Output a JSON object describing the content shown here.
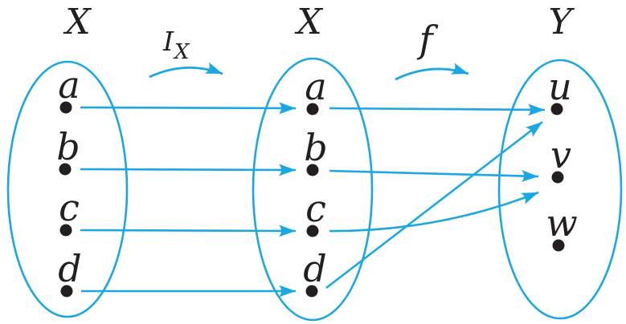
{
  "figure": {
    "background": "#ffffff",
    "accent_color": "#1BA8E0",
    "ink_color": "#231F20",
    "sets": [
      {
        "id": "X1",
        "label": "X",
        "elements": [
          "a",
          "b",
          "c",
          "d"
        ]
      },
      {
        "id": "X2",
        "label": "X",
        "elements": [
          "a",
          "b",
          "c",
          "d"
        ]
      },
      {
        "id": "Y",
        "label": "Y",
        "elements": [
          "u",
          "v",
          "w"
        ]
      }
    ],
    "maps": [
      {
        "id": "identity",
        "base": "I",
        "subscript": "X",
        "from": "X1",
        "to": "X2",
        "pairs": [
          [
            "a",
            "a"
          ],
          [
            "b",
            "b"
          ],
          [
            "c",
            "c"
          ],
          [
            "d",
            "d"
          ]
        ]
      },
      {
        "id": "f",
        "label": "f",
        "from": "X2",
        "to": "Y",
        "pairs": [
          [
            "a",
            "u"
          ],
          [
            "b",
            "v"
          ],
          [
            "c",
            "v"
          ],
          [
            "d",
            "u"
          ]
        ]
      }
    ]
  }
}
